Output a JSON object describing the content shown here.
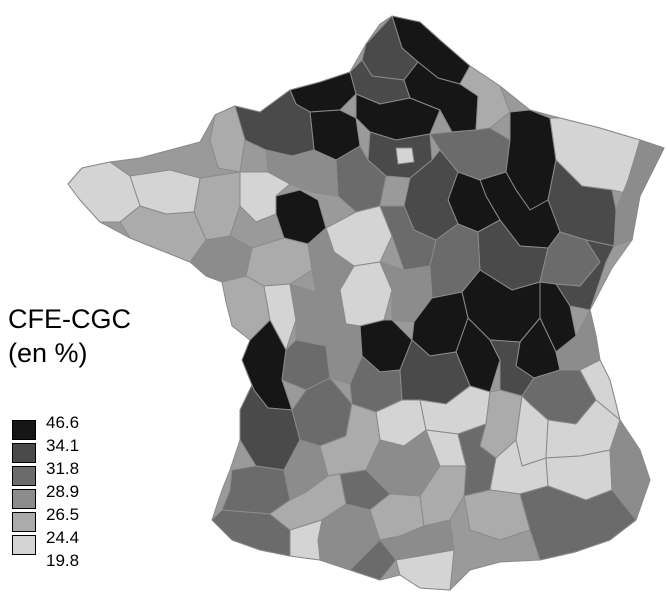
{
  "legend": {
    "title_line1": "CFE-CGC",
    "title_line2": "(en %)",
    "breaks": [
      "46.6",
      "34.1",
      "31.8",
      "28.9",
      "26.5",
      "24.4",
      "19.8"
    ],
    "class_colors": [
      "#161616",
      "#4a4a4a",
      "#6b6b6b",
      "#8c8c8c",
      "#ababab",
      "#d4d4d4"
    ]
  },
  "map": {
    "subject": "France departments choropleth",
    "outline_color": "#8a8a8a"
  }
}
